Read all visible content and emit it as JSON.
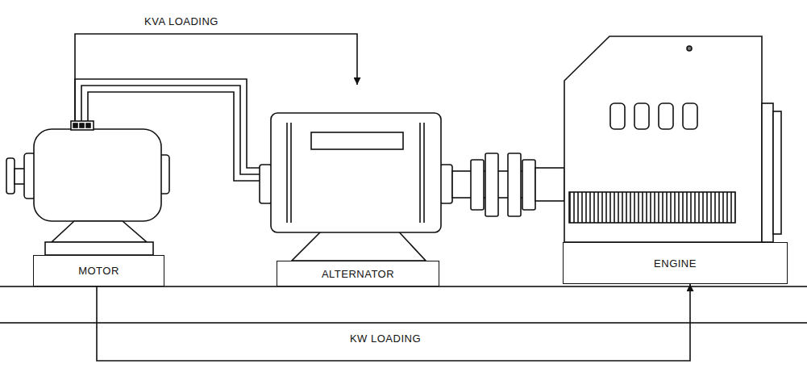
{
  "diagram": {
    "nodes": [
      {
        "text": [
          "MOTOR"
        ]
      },
      {
        "text": [
          "ALTERNATOR"
        ]
      },
      {
        "text": [
          "ENGINE"
        ]
      }
    ],
    "edges": [
      {
        "from": 0,
        "to": 1,
        "arrow": "to",
        "label": "KVA LOADING"
      },
      {
        "from": 0,
        "to": 2,
        "arrow": "to",
        "label": "KW LOADING"
      }
    ]
  }
}
